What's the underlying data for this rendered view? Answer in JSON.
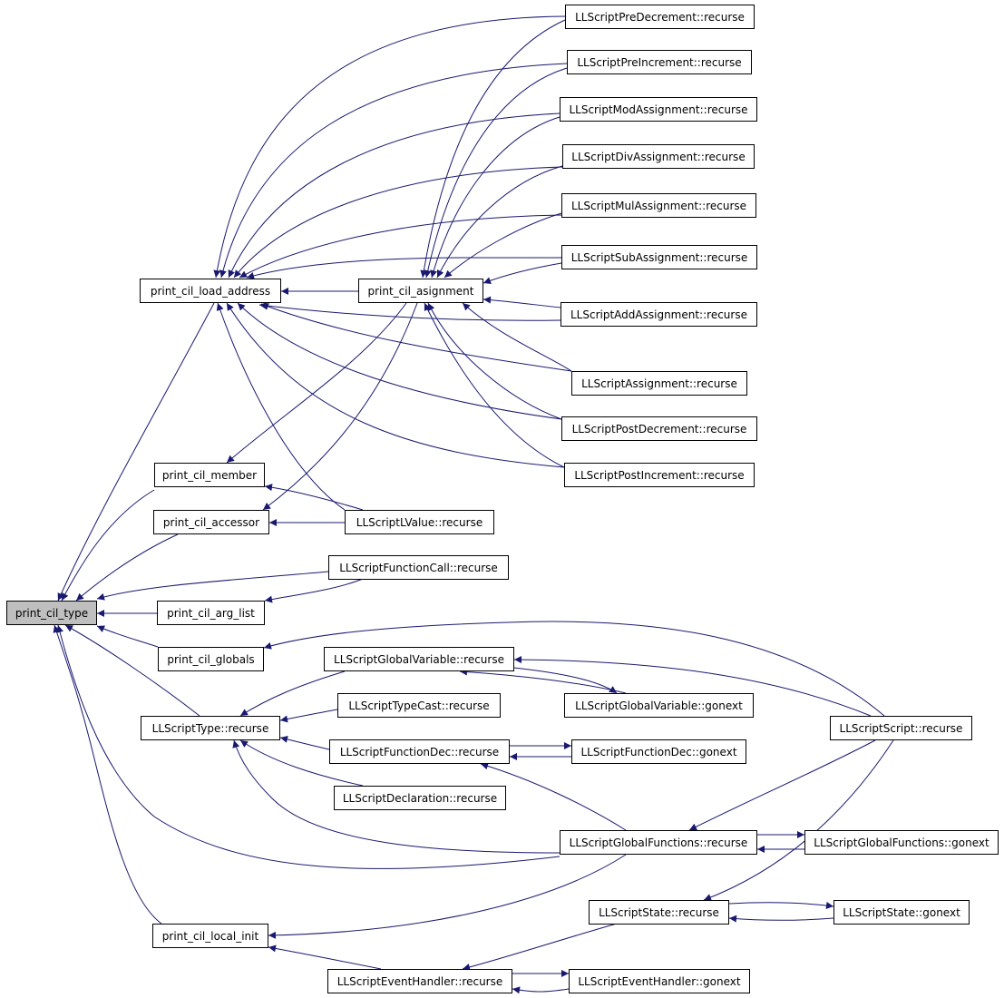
{
  "colors": {
    "edge": "#191970",
    "root_fill": "#bfbfbf",
    "node_fill": "#ffffff",
    "node_border": "#000000"
  },
  "nodes": {
    "root": "print_cil_type",
    "load_address": "print_cil_load_address",
    "asignment": "print_cil_asignment",
    "member": "print_cil_member",
    "accessor": "print_cil_accessor",
    "arg_list": "print_cil_arg_list",
    "globals": "print_cil_globals",
    "type_recurse": "LLScriptType::recurse",
    "local_init": "print_cil_local_init",
    "predec": "LLScriptPreDecrement::recurse",
    "preinc": "LLScriptPreIncrement::recurse",
    "modassign": "LLScriptModAssignment::recurse",
    "divassign": "LLScriptDivAssignment::recurse",
    "mulassign": "LLScriptMulAssignment::recurse",
    "subassign": "LLScriptSubAssignment::recurse",
    "addassign": "LLScriptAddAssignment::recurse",
    "assignment": "LLScriptAssignment::recurse",
    "postdec": "LLScriptPostDecrement::recurse",
    "postinc": "LLScriptPostIncrement::recurse",
    "lvalue": "LLScriptLValue::recurse",
    "funccall": "LLScriptFunctionCall::recurse",
    "globalvar": "LLScriptGlobalVariable::recurse",
    "globalvar_gonext": "LLScriptGlobalVariable::gonext",
    "typecast": "LLScriptTypeCast::recurse",
    "funcdec": "LLScriptFunctionDec::recurse",
    "funcdec_gonext": "LLScriptFunctionDec::gonext",
    "declaration": "LLScriptDeclaration::recurse",
    "script": "LLScriptScript::recurse",
    "globalfuncs": "LLScriptGlobalFunctions::recurse",
    "globalfuncs_gonext": "LLScriptGlobalFunctions::gonext",
    "state": "LLScriptState::recurse",
    "state_gonext": "LLScriptState::gonext",
    "eventhandler": "LLScriptEventHandler::recurse",
    "eventhandler_gonext": "LLScriptEventHandler::gonext"
  }
}
